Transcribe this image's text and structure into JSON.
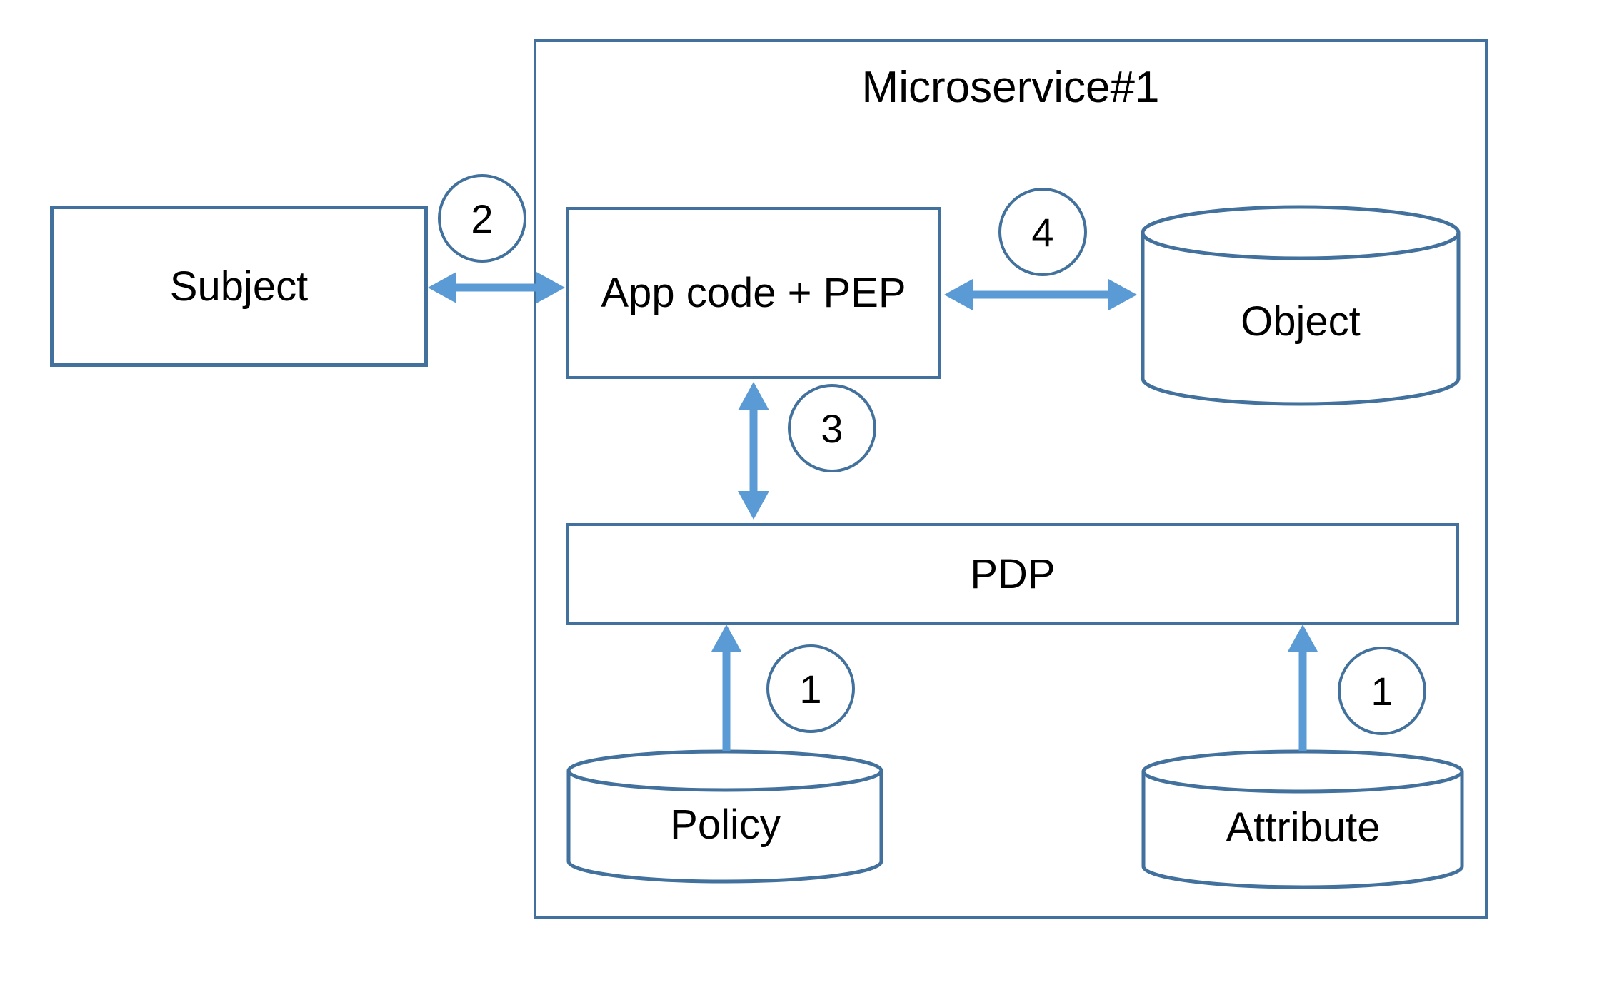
{
  "diagram": {
    "title": "Microservice#1",
    "nodes": {
      "subject": {
        "label": "Subject",
        "shape": "rectangle"
      },
      "app_pep": {
        "label": "App code + PEP",
        "shape": "rectangle"
      },
      "object": {
        "label": "Object",
        "shape": "cylinder"
      },
      "pdp": {
        "label": "PDP",
        "shape": "rectangle"
      },
      "policy": {
        "label": "Policy",
        "shape": "cylinder"
      },
      "attribute": {
        "label": "Attribute",
        "shape": "cylinder"
      }
    },
    "edges": [
      {
        "from": "subject",
        "to": "app_pep",
        "step": "2",
        "type": "bidirectional"
      },
      {
        "from": "app_pep",
        "to": "object",
        "step": "4",
        "type": "bidirectional"
      },
      {
        "from": "app_pep",
        "to": "pdp",
        "step": "3",
        "type": "bidirectional"
      },
      {
        "from": "policy",
        "to": "pdp",
        "step": "1",
        "type": "one-way"
      },
      {
        "from": "attribute",
        "to": "pdp",
        "step": "1",
        "type": "one-way"
      }
    ],
    "colors": {
      "outline": "#41719C",
      "arrow": "#5B9BD5",
      "text": "#000000",
      "background": "#FFFFFF"
    }
  }
}
